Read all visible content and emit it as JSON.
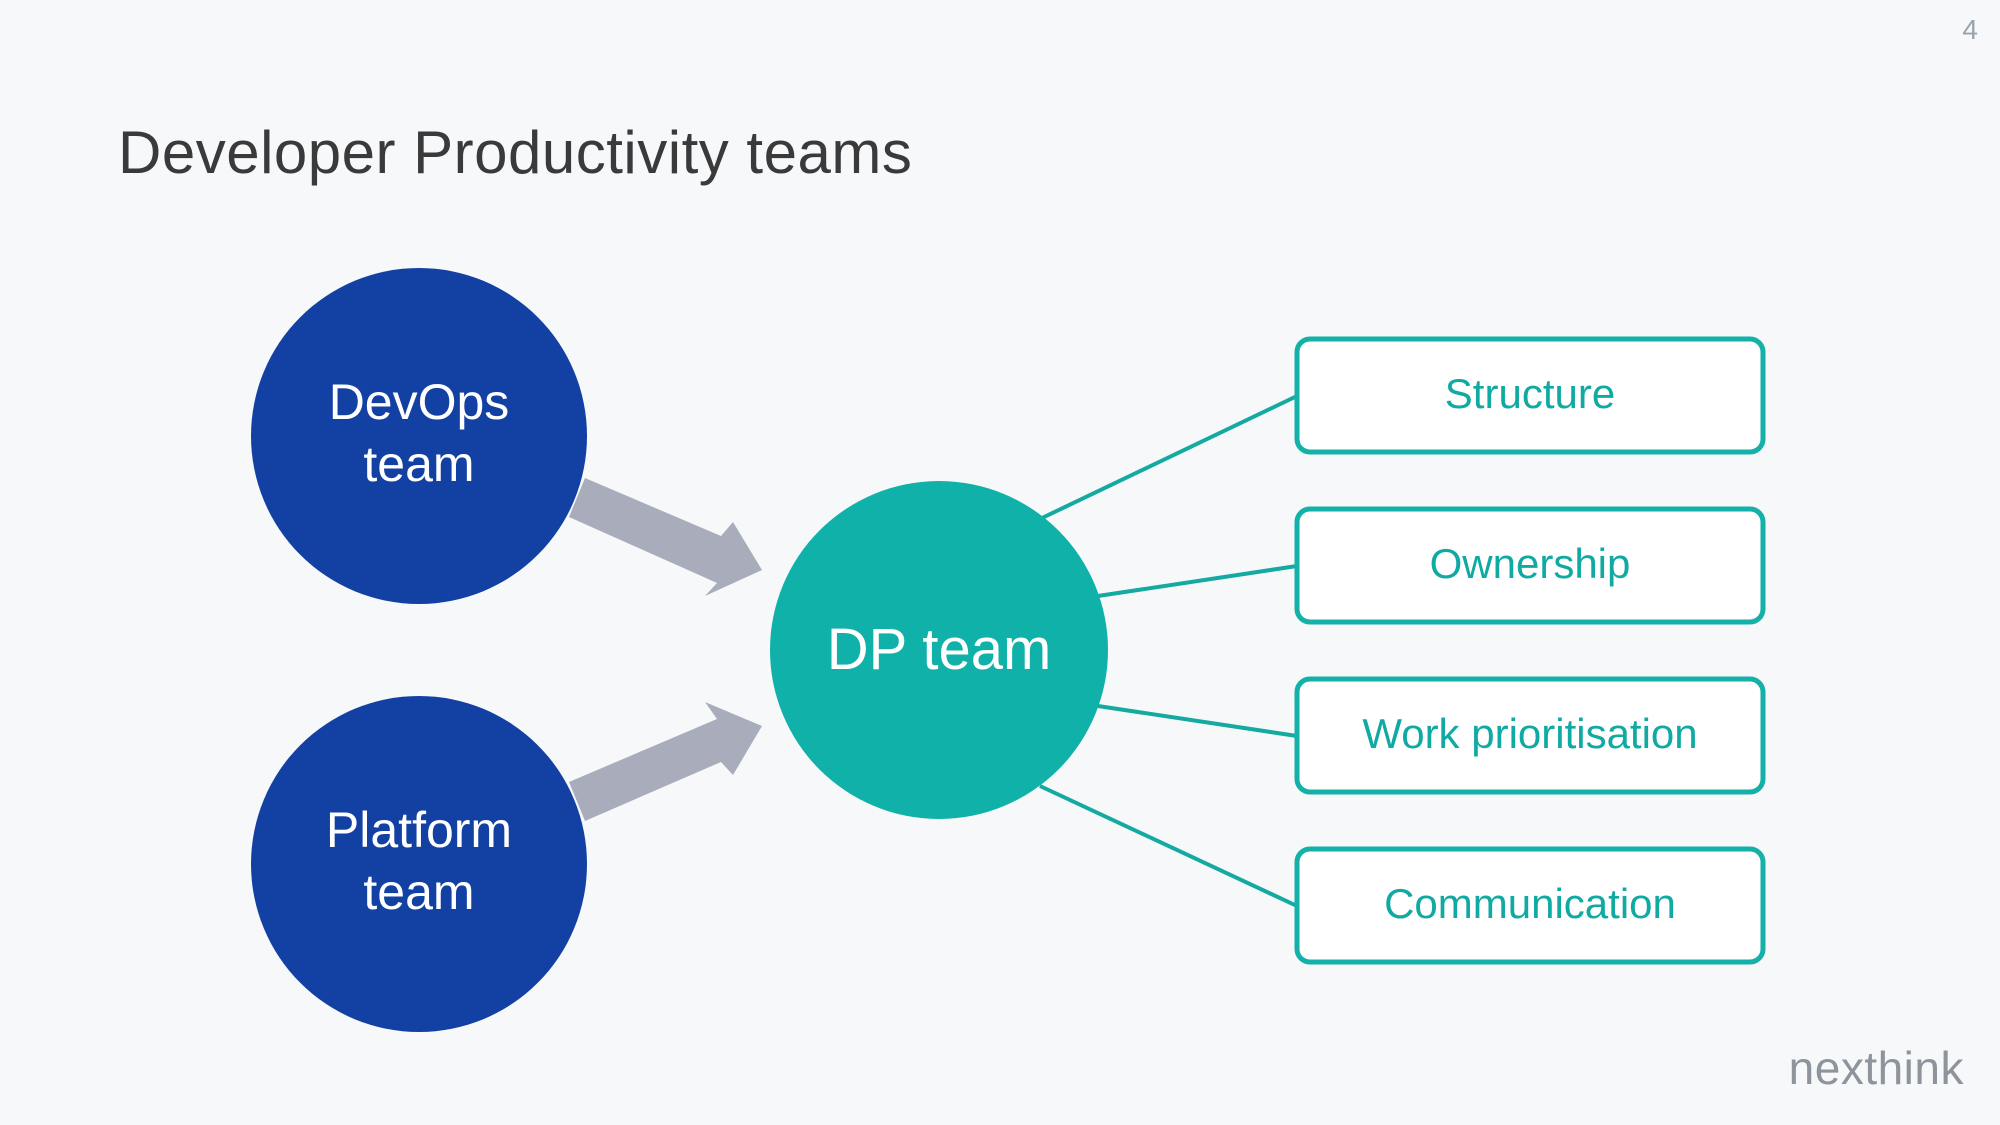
{
  "slide": {
    "number": "4",
    "title": "Developer Productivity teams",
    "logo_text": "nexthink"
  },
  "diagram": {
    "source_teams": [
      {
        "line1": "DevOps",
        "line2": "team"
      },
      {
        "line1": "Platform",
        "line2": "team"
      }
    ],
    "center_team": "DP team",
    "aspects": [
      "Structure",
      "Ownership",
      "Work prioritisation",
      "Communication"
    ]
  },
  "colors": {
    "source_circle": "#1341a3",
    "center_circle": "#0fb1a8",
    "connector": "#14a9a1",
    "box_border": "#14b1a9",
    "box_text": "#10aaa3",
    "arrow": "#a9adbb",
    "title_text": "#3a3a3a",
    "background": "#f7f8fa"
  }
}
